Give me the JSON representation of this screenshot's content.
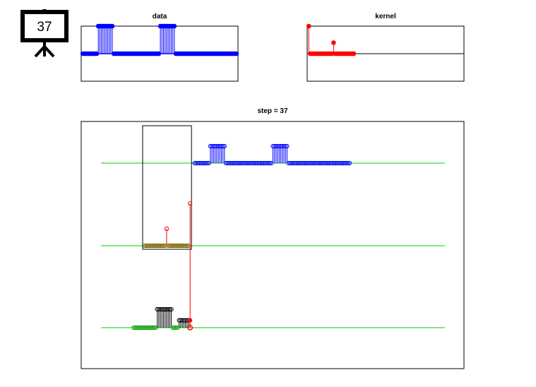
{
  "badge": {
    "label": "37",
    "icon": "presentation-board-icon"
  },
  "colors": {
    "data": "#0000ff",
    "kernel": "#ff0000",
    "axis": "#00cc00",
    "output": "#000000",
    "window": "#000000"
  },
  "chart_data": [
    {
      "type": "stem",
      "title": "data",
      "x": [
        1,
        2,
        3,
        4,
        5,
        6,
        7,
        8,
        9,
        10,
        11,
        12,
        13,
        14,
        15,
        16,
        17,
        18,
        19,
        20,
        21,
        22,
        23,
        24,
        25,
        26,
        27,
        28,
        29,
        30,
        31,
        32,
        33,
        34,
        35,
        36,
        37,
        38,
        39,
        40,
        41,
        42,
        43,
        44,
        45,
        46,
        47,
        48,
        49,
        50,
        51,
        52,
        53,
        54,
        55,
        56,
        57,
        58,
        59,
        60,
        61,
        62,
        63,
        64,
        65,
        66,
        67,
        68,
        69,
        70,
        71,
        72,
        73,
        74,
        75,
        76,
        77,
        78,
        79,
        80,
        81,
        82,
        83,
        84,
        85,
        86,
        87,
        88,
        89,
        90,
        91,
        92,
        93,
        94,
        95,
        96,
        97,
        98,
        99,
        100
      ],
      "values": [
        0,
        0,
        0,
        0,
        0,
        0,
        0,
        0,
        0,
        0,
        1,
        1,
        1,
        1,
        1,
        1,
        1,
        1,
        1,
        1,
        0,
        0,
        0,
        0,
        0,
        0,
        0,
        0,
        0,
        0,
        0,
        0,
        0,
        0,
        0,
        0,
        0,
        0,
        0,
        0,
        0,
        0,
        0,
        0,
        0,
        0,
        0,
        0,
        0,
        0,
        1,
        1,
        1,
        1,
        1,
        1,
        1,
        1,
        1,
        1,
        0,
        0,
        0,
        0,
        0,
        0,
        0,
        0,
        0,
        0,
        0,
        0,
        0,
        0,
        0,
        0,
        0,
        0,
        0,
        0,
        0,
        0,
        0,
        0,
        0,
        0,
        0,
        0,
        0,
        0,
        0,
        0,
        0,
        0,
        0,
        0,
        0,
        0,
        0,
        0
      ],
      "xlim": [
        0,
        101
      ],
      "ylim": [
        -1,
        1
      ]
    },
    {
      "type": "stem",
      "title": "kernel",
      "x": [
        1,
        2,
        3,
        4,
        5,
        6,
        7,
        8,
        9,
        10,
        11,
        12,
        13,
        14,
        15,
        16,
        17,
        18,
        19,
        20,
        21,
        22,
        23,
        24,
        25,
        26,
        27,
        28,
        29,
        30
      ],
      "values": [
        1,
        0,
        0,
        0,
        0,
        0,
        0,
        0,
        0,
        0,
        0,
        0,
        0,
        0,
        0,
        0,
        0.4,
        0,
        0,
        0,
        0,
        0,
        0,
        0,
        0,
        0,
        0,
        0,
        0,
        0
      ],
      "xlim": [
        0,
        101
      ],
      "ylim": [
        -1,
        1
      ]
    },
    {
      "type": "stem",
      "title": "step = 37",
      "step": 37,
      "signal_range": [
        -20,
        200
      ],
      "ylim": [
        -1,
        1
      ],
      "data_row": {
        "x0": 40,
        "x_end": 139
      },
      "kernel_row": {
        "x_start": 8,
        "x_end": 37,
        "peaks": [
          [
            22,
            0.4
          ],
          [
            37,
            1
          ]
        ]
      },
      "window": {
        "x_start": 8,
        "x_end": 37
      },
      "output": {
        "x": [
          1,
          2,
          3,
          4,
          5,
          6,
          7,
          8,
          9,
          10,
          11,
          12,
          13,
          14,
          15,
          16,
          17,
          18,
          19,
          20,
          21,
          22,
          23,
          24,
          25,
          26,
          27,
          28,
          29,
          30,
          31,
          32,
          33,
          34,
          35,
          36,
          37
        ],
        "values": [
          0,
          0,
          0,
          0,
          0,
          0,
          0,
          0,
          0,
          0,
          0,
          0,
          0,
          0,
          0,
          1,
          1,
          1,
          1,
          1,
          1,
          1,
          1,
          1,
          1,
          0,
          0,
          0,
          0,
          0.4,
          0.4,
          0.4,
          0.4,
          0.4,
          0.4,
          0.4,
          0.4
        ]
      }
    }
  ]
}
